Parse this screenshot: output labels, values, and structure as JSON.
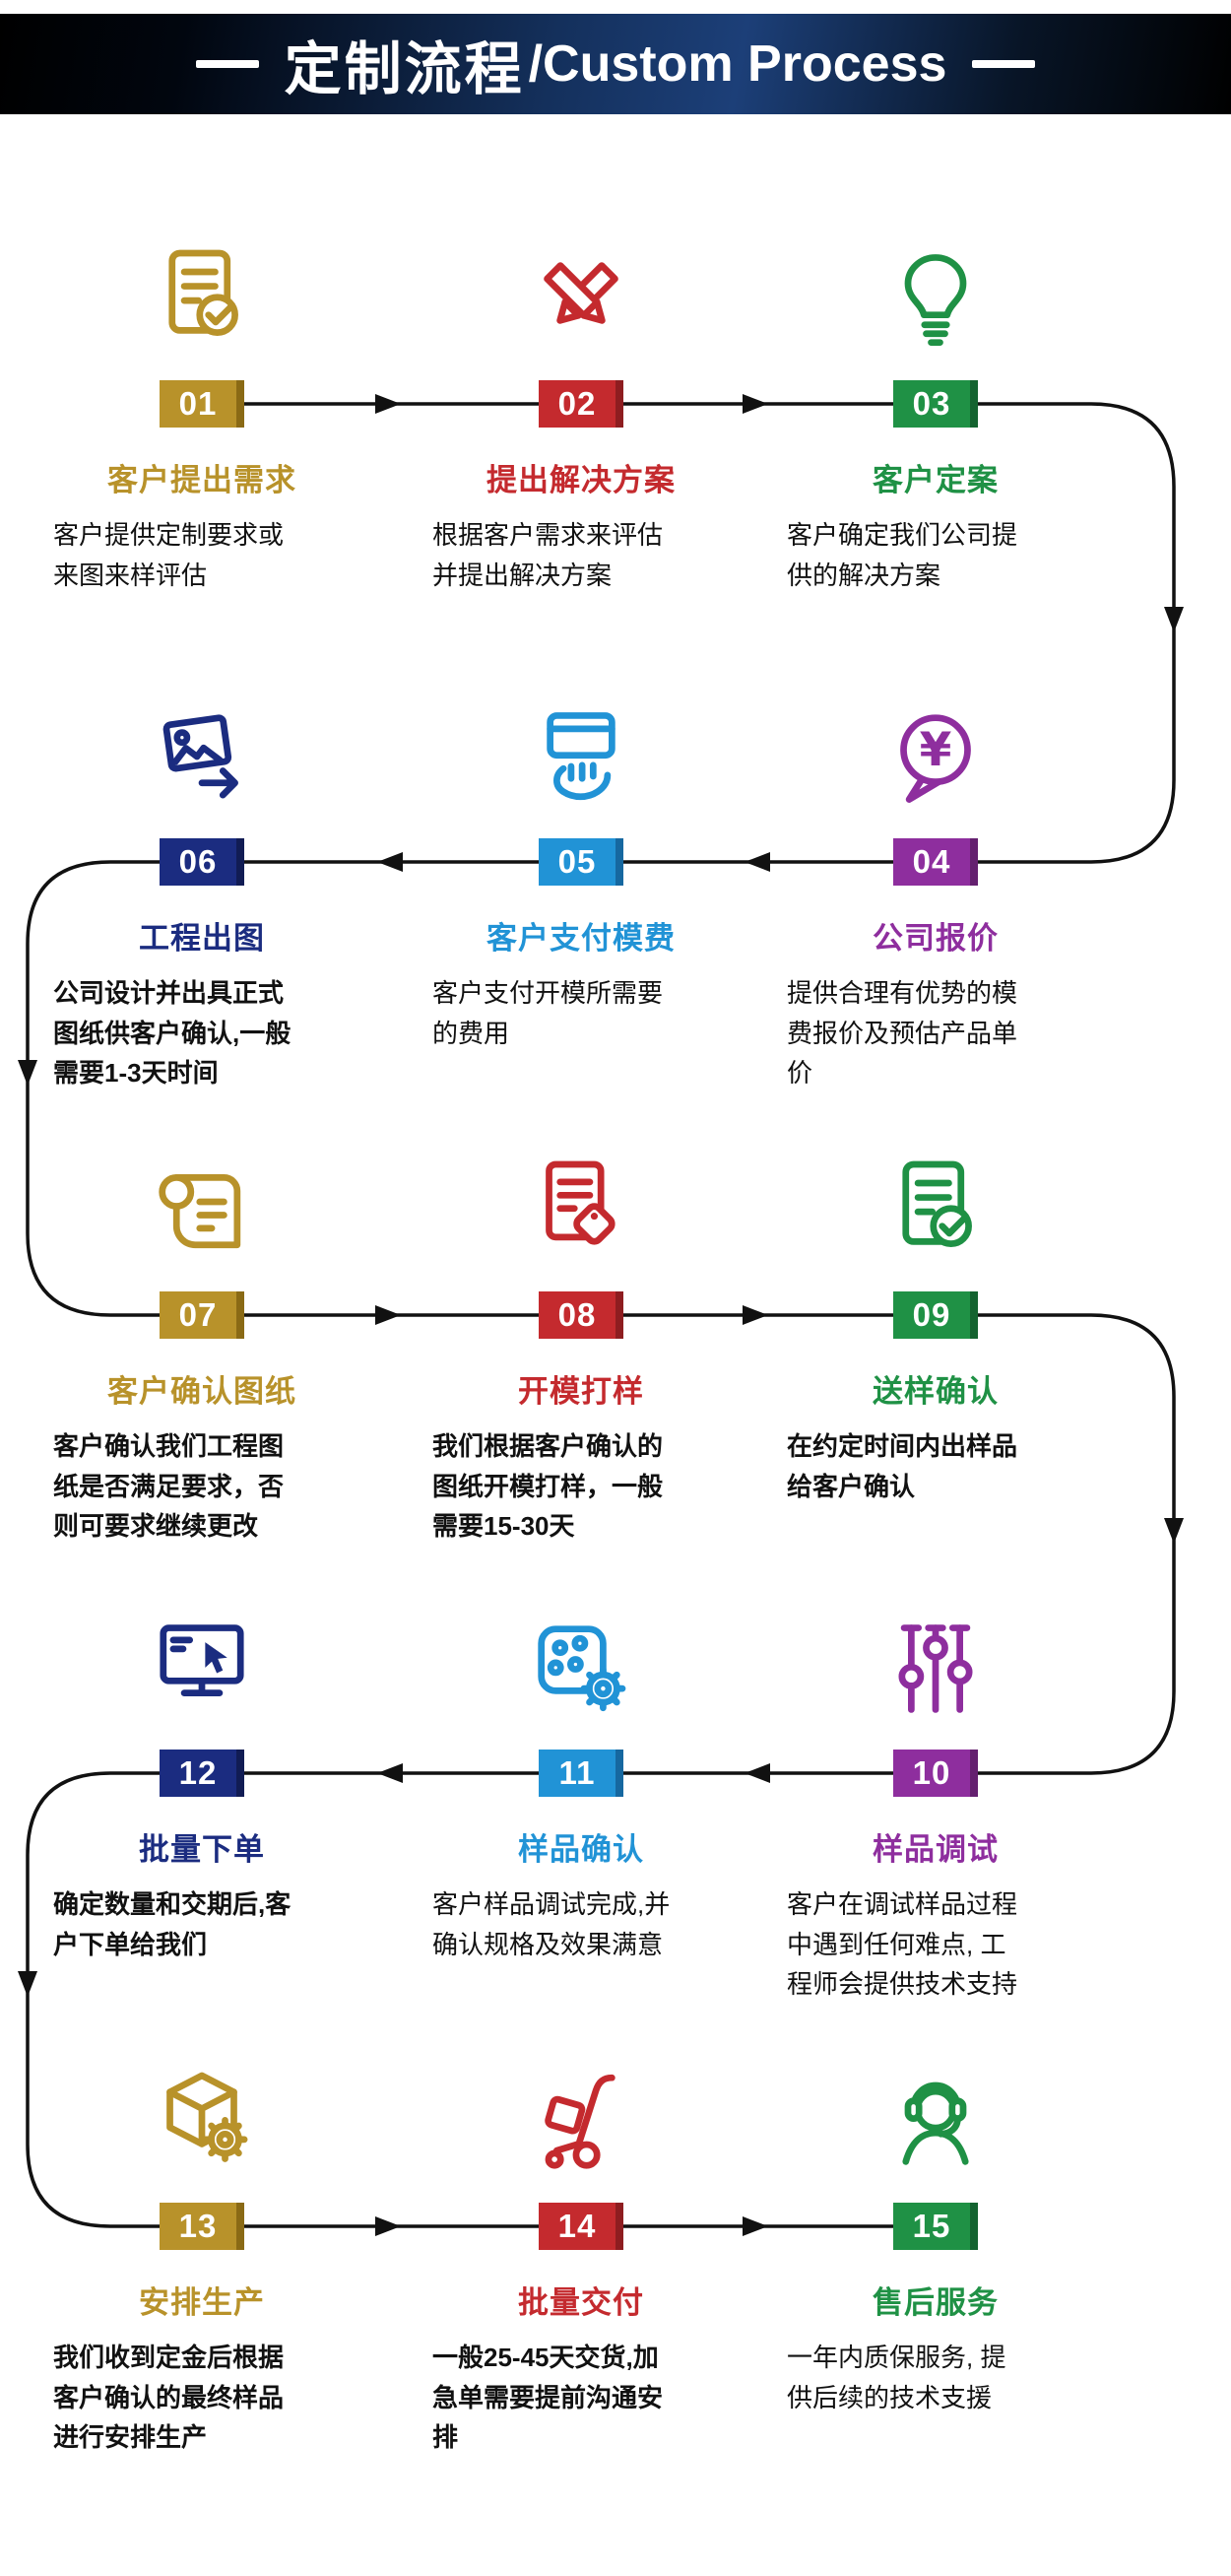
{
  "header": {
    "title_zh": "定制流程",
    "title_en": "/Custom Process"
  },
  "colors": {
    "line": "#111111",
    "banner_navy": "#1c3f78",
    "banner_black": "#000000"
  },
  "steps": [
    {
      "num": "01",
      "title": "客户提出需求",
      "desc": "客户提供定制要求或来图来样评估",
      "color": "#B8922A",
      "color_dark": "#8a6a15",
      "icon": "document-check-icon",
      "desc_bold": false
    },
    {
      "num": "02",
      "title": "提出解决方案",
      "desc": "根据客户需求来评估并提出解决方案",
      "color": "#C42A2E",
      "color_dark": "#8e1d20",
      "icon": "crossed-pencils-icon",
      "desc_bold": false
    },
    {
      "num": "03",
      "title": "客户定案",
      "desc": "客户确定我们公司提供的解决方案",
      "color": "#1F9145",
      "color_dark": "#146330",
      "icon": "lightbulb-icon",
      "desc_bold": false
    },
    {
      "num": "04",
      "title": "公司报价",
      "desc": "提供合理有优势的模费报价及预估产品单价",
      "color": "#8E2E9E",
      "color_dark": "#64206f",
      "icon": "price-bubble-yen-icon",
      "desc_bold": false
    },
    {
      "num": "05",
      "title": "客户支付模费",
      "desc": "客户支付开模所需要的费用",
      "color": "#2193D6",
      "color_dark": "#1668a0",
      "icon": "payment-card-icon",
      "desc_bold": false
    },
    {
      "num": "06",
      "title": "工程出图",
      "desc": "公司设计并出具正式图纸供客户确认,一般需要1-3天时间",
      "color": "#1B2C80",
      "color_dark": "#111c54",
      "icon": "drawing-output-icon",
      "desc_bold": true
    },
    {
      "num": "07",
      "title": "客户确认图纸",
      "desc": "客户确认我们工程图纸是否满足要求，否则可要求继续更改",
      "color": "#B8922A",
      "color_dark": "#8a6a15",
      "icon": "scroll-drawing-icon",
      "desc_bold": true
    },
    {
      "num": "08",
      "title": "开模打样",
      "desc": "我们根据客户确认的图纸开模打样，一般需要15-30天",
      "color": "#C42A2E",
      "color_dark": "#8e1d20",
      "icon": "document-tag-icon",
      "desc_bold": true
    },
    {
      "num": "09",
      "title": "送样确认",
      "desc": "在约定时间内出样品给客户确认",
      "color": "#1F9145",
      "color_dark": "#146330",
      "icon": "document-approved-icon",
      "desc_bold": true
    },
    {
      "num": "10",
      "title": "样品调试",
      "desc": "客户在调试样品过程中遇到任何难点, 工程师会提供技术支持",
      "color": "#8E2E9E",
      "color_dark": "#64206f",
      "icon": "sliders-icon",
      "desc_bold": false
    },
    {
      "num": "11",
      "title": "样品确认",
      "desc": "客户样品调试完成,并确认规格及效果满意",
      "color": "#2193D6",
      "color_dark": "#1668a0",
      "icon": "dots-gear-icon",
      "desc_bold": false
    },
    {
      "num": "12",
      "title": "批量下单",
      "desc": "确定数量和交期后,客户下单给我们",
      "color": "#1B2C80",
      "color_dark": "#111c54",
      "icon": "monitor-cursor-icon",
      "desc_bold": true
    },
    {
      "num": "13",
      "title": "安排生产",
      "desc": "我们收到定金后根据客户确认的最终样品进行安排生产",
      "color": "#B8922A",
      "color_dark": "#8a6a15",
      "icon": "package-gear-icon",
      "desc_bold": true
    },
    {
      "num": "14",
      "title": "批量交付",
      "desc": "一般25-45天交货,加急单需要提前沟通安排",
      "color": "#C42A2E",
      "color_dark": "#8e1d20",
      "icon": "delivery-trolley-icon",
      "desc_bold": true
    },
    {
      "num": "15",
      "title": "售后服务",
      "desc": "一年内质保服务, 提供后续的技术支援",
      "color": "#1F9145",
      "color_dark": "#146330",
      "icon": "headset-support-icon",
      "desc_bold": false
    }
  ]
}
